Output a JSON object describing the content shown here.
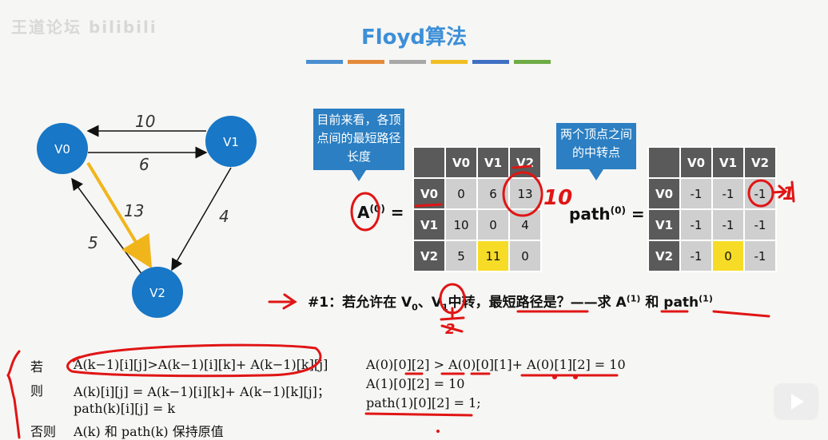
{
  "watermark": "王道论坛 bilibili",
  "title": "Floyd算法",
  "colorbar": [
    "#4b8fd1",
    "#e48a3b",
    "#a8a8a8",
    "#f1bf25",
    "#3f6fc3",
    "#6eab45"
  ],
  "graph": {
    "nodes": [
      "V0",
      "V1",
      "V2"
    ],
    "edges": [
      "10",
      "6",
      "13",
      "4",
      "5"
    ],
    "node_color": "#1877c6",
    "highlight_color": "#f1b51c"
  },
  "callout_a": "目前来看，各顶点间的最短路径长度",
  "callout_path": "两个顶点之间的中转点",
  "matrix_a": {
    "name": "A",
    "sup": "(0)",
    "eq": "=",
    "headers": [
      "V0",
      "V1",
      "V2"
    ],
    "rows": [
      {
        "label": "V0",
        "cells": [
          "0",
          "6",
          "13"
        ]
      },
      {
        "label": "V1",
        "cells": [
          "10",
          "0",
          "4"
        ]
      },
      {
        "label": "V2",
        "cells": [
          "5",
          "11",
          "0"
        ]
      }
    ]
  },
  "matrix_path": {
    "name": "path",
    "sup": "(0)",
    "eq": "=",
    "headers": [
      "V0",
      "V1",
      "V2"
    ],
    "rows": [
      {
        "label": "V0",
        "cells": [
          "-1",
          "-1",
          "-1"
        ]
      },
      {
        "label": "V1",
        "cells": [
          "-1",
          "-1",
          "-1"
        ]
      },
      {
        "label": "V2",
        "cells": [
          "-1",
          "0",
          "-1"
        ]
      }
    ]
  },
  "question": {
    "p1": "#1：若允许在 V",
    "s1": "0",
    "p2": "、V",
    "s2": "1",
    "p3": "中转，最短路径是？——求 A",
    "s3": "(1)",
    "p4": " 和 path",
    "s4": "(1)"
  },
  "rules": {
    "if_label": "若",
    "then_label": "则",
    "else_label": "否则",
    "if_expr": "A(k−1)[i][j]>A(k−1)[i][k]+ A(k−1)[k][j]",
    "then_expr1": "A(k)[i][j] = A(k−1)[i][k]+ A(k−1)[k][j]；",
    "then_expr2": "path(k)[i][j] = k",
    "else_expr": "A(k) 和 path(k) 保持原值"
  },
  "calc": {
    "line1": "A(0)[0][2] > A(0)[0][1]+ A(0)[1][2] = 10",
    "line2": "A(1)[0][2] = 10",
    "line3": "path(1)[0][2] = 1;"
  },
  "annotations": {
    "ten": "10",
    "one": "1",
    "two": "2"
  }
}
